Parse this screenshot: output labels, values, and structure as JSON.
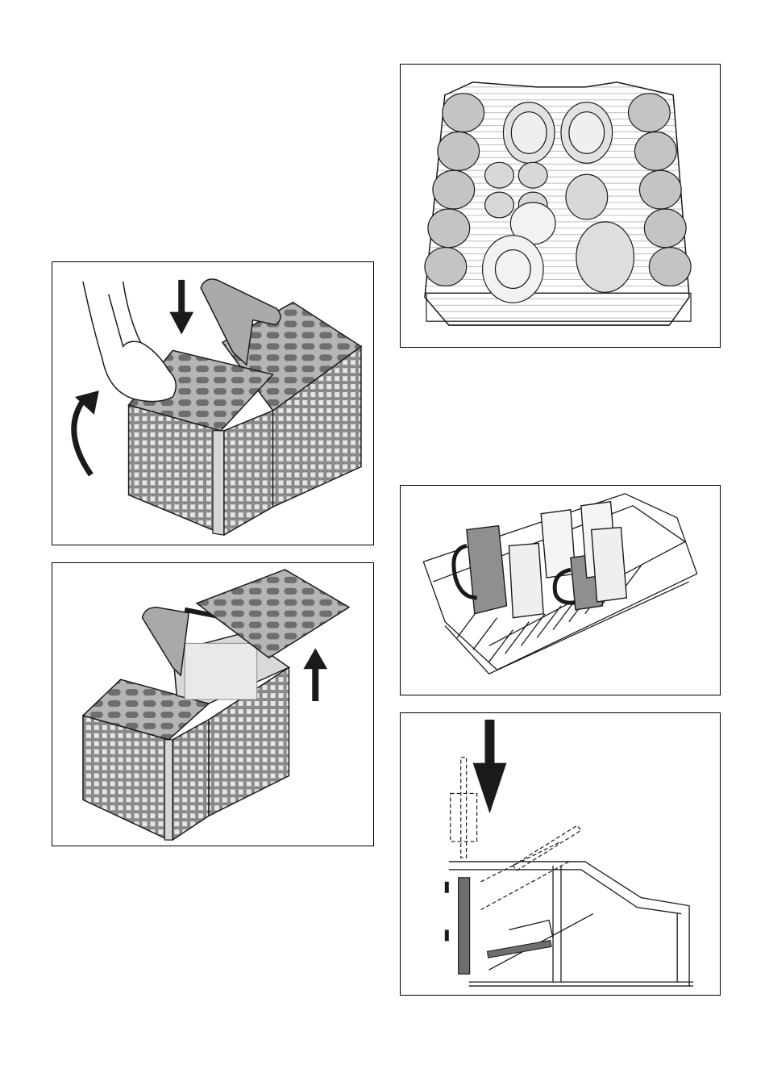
{
  "page": {
    "background": "#ffffff",
    "line_color": "#1a1a1a",
    "fill_mid": "#a9a9a9",
    "fill_dark": "#6e6e6e",
    "fill_light": "#d6d6d6"
  },
  "figures": [
    {
      "id": "cutlery-basket-lid-close",
      "icons": [
        "hand-icon",
        "arrow-down-icon",
        "arrow-curved-up-icon"
      ]
    },
    {
      "id": "cutlery-basket-lid-open",
      "icons": [
        "arrow-up-icon"
      ]
    },
    {
      "id": "upper-rack-loaded-top-view",
      "icons": []
    },
    {
      "id": "cup-rack-with-mugs",
      "icons": []
    },
    {
      "id": "rack-height-adjust-side-view",
      "icons": [
        "arrow-down-icon"
      ]
    }
  ]
}
